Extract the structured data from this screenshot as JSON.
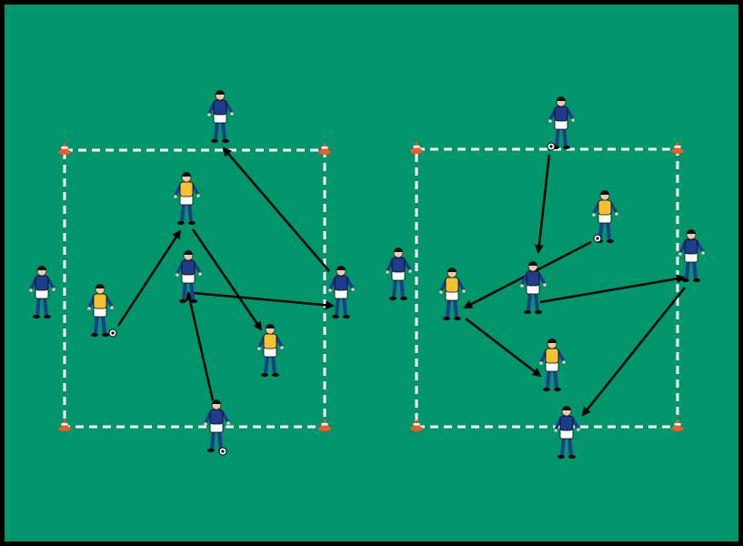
{
  "colors": {
    "field": "#00956A",
    "border": "#000000",
    "line": "#FFFFFF",
    "arrow": "#000000",
    "cone": "#F05A28",
    "blue_shirt": "#1F3C8C",
    "yellow_bib": "#F2C230",
    "shorts": "#FFFFFF",
    "socks": "#1F3C8C"
  },
  "drills": [
    {
      "name": "left-drill",
      "players": [
        "blue",
        "yellow",
        "blue",
        "yellow",
        "yellow",
        "blue",
        "blue",
        "blue"
      ]
    },
    {
      "name": "right-drill",
      "players": [
        "blue",
        "yellow",
        "blue",
        "yellow",
        "blue",
        "blue",
        "yellow",
        "blue"
      ]
    }
  ]
}
